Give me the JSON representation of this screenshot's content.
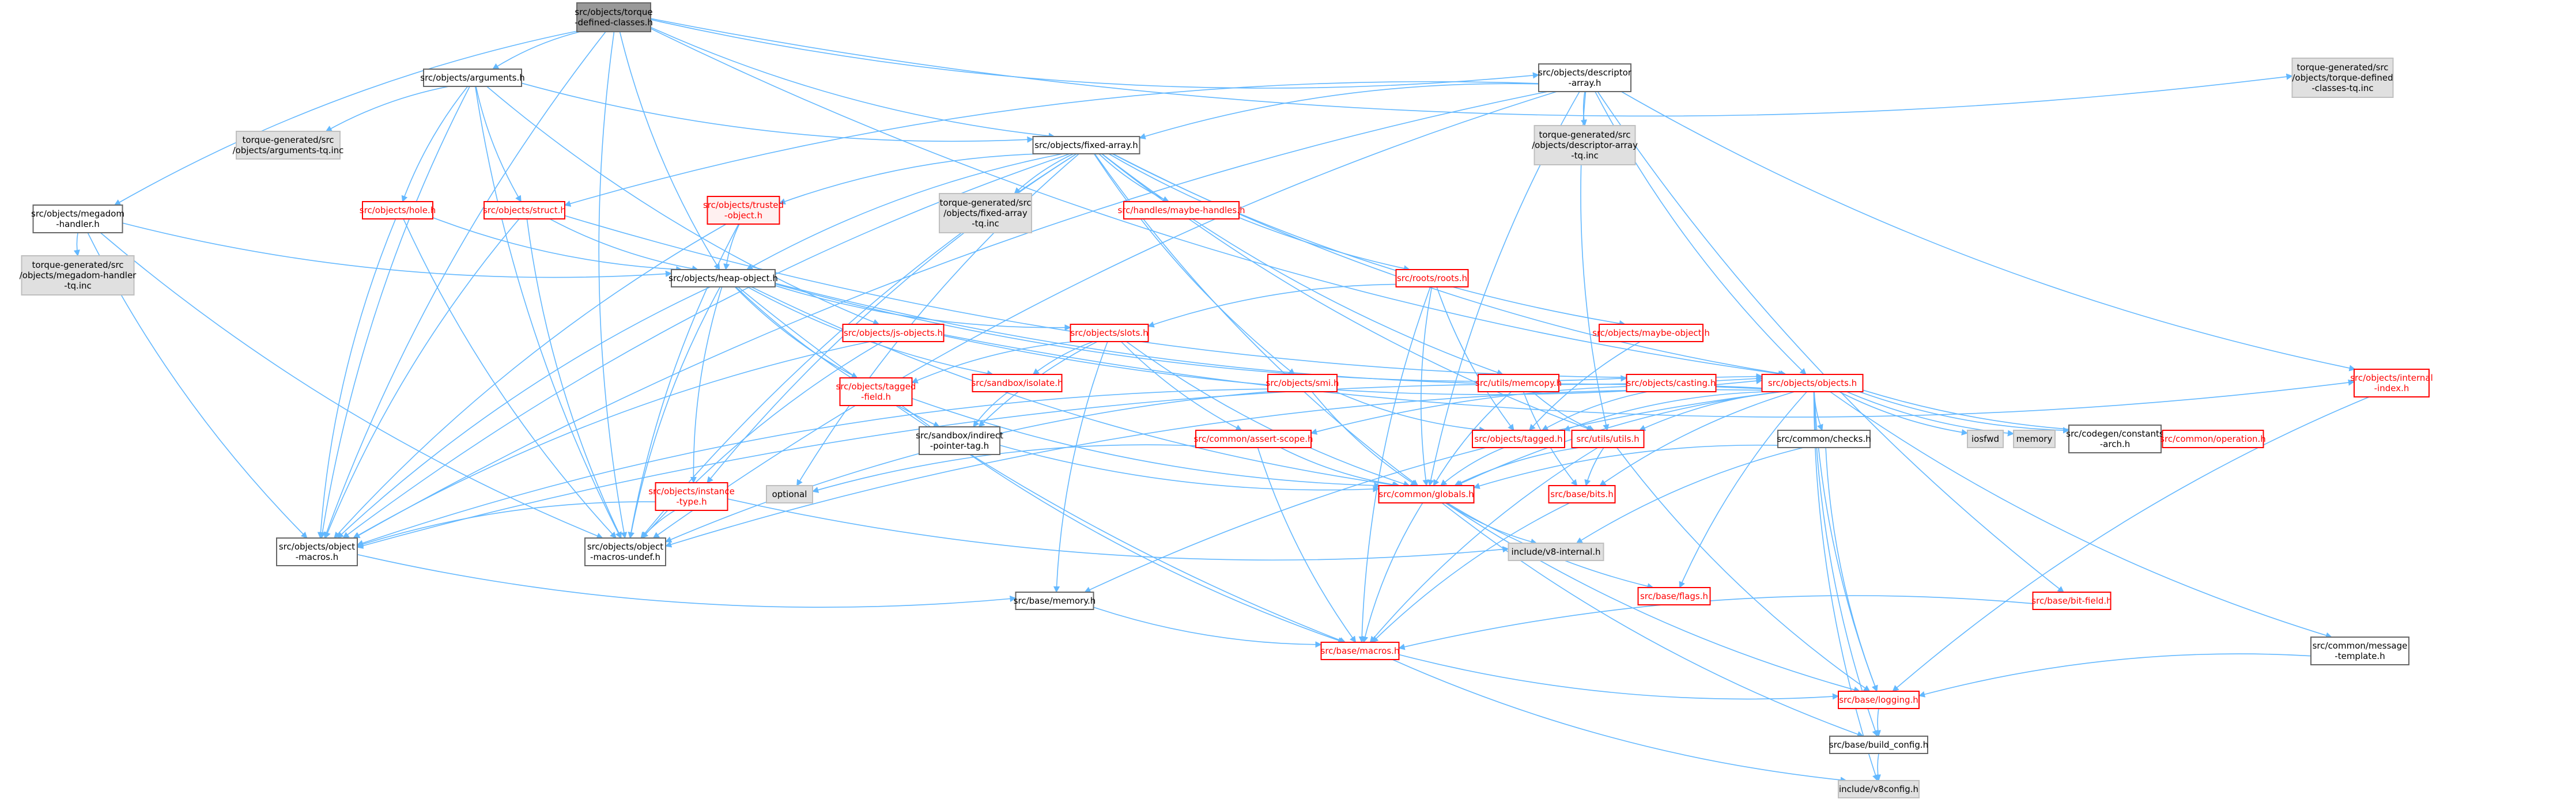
{
  "palette": {
    "edge": "#63b8ff",
    "text_black": "#000000",
    "text_red": "#ff0000",
    "border_normal": "#666666",
    "border_red": "#ff0000",
    "border_gray": "#bfbfbf",
    "fill_root": "#999999",
    "fill_gray": "#e0e0e0",
    "fill_white": "#ffffff",
    "fill_redtint": "#fff0f0"
  },
  "nodes": [
    {
      "id": "root",
      "lines": [
        "src/objects/torque",
        "-defined-classes.h"
      ],
      "style": "root"
    },
    {
      "id": "arguments",
      "lines": [
        "src/objects/arguments.h"
      ],
      "style": "normal"
    },
    {
      "id": "desc_array",
      "lines": [
        "src/objects/descriptor",
        "-array.h"
      ],
      "style": "normal"
    },
    {
      "id": "tg_defclasses_inc",
      "lines": [
        "torque-generated/src",
        "/objects/torque-defined",
        "-classes-tq.inc"
      ],
      "style": "gray"
    },
    {
      "id": "tg_arguments_inc",
      "lines": [
        "torque-generated/src",
        "/objects/arguments-tq.inc"
      ],
      "style": "gray"
    },
    {
      "id": "tg_desc_inc",
      "lines": [
        "torque-generated/src",
        "/objects/descriptor-array",
        "-tq.inc"
      ],
      "style": "gray"
    },
    {
      "id": "megadom",
      "lines": [
        "src/objects/megadom",
        "-handler.h"
      ],
      "style": "normal"
    },
    {
      "id": "fixed_array",
      "lines": [
        "src/objects/fixed-array.h"
      ],
      "style": "normal"
    },
    {
      "id": "tg_megadom_inc",
      "lines": [
        "torque-generated/src",
        "/objects/megadom-handler",
        "-tq.inc"
      ],
      "style": "gray"
    },
    {
      "id": "hole",
      "lines": [
        "src/objects/hole.h"
      ],
      "style": "red"
    },
    {
      "id": "struct",
      "lines": [
        "src/objects/struct.h"
      ],
      "style": "red"
    },
    {
      "id": "trusted_object",
      "lines": [
        "src/objects/trusted",
        "-object.h"
      ],
      "style": "redtint"
    },
    {
      "id": "tg_fixed_inc",
      "lines": [
        "torque-generated/src",
        "/objects/fixed-array",
        "-tq.inc"
      ],
      "style": "gray"
    },
    {
      "id": "maybe_handles",
      "lines": [
        "src/handles/maybe-handles.h"
      ],
      "style": "red"
    },
    {
      "id": "heap_object",
      "lines": [
        "src/objects/heap-object.h"
      ],
      "style": "normal"
    },
    {
      "id": "roots",
      "lines": [
        "src/roots/roots.h"
      ],
      "style": "red"
    },
    {
      "id": "maybe_object",
      "lines": [
        "src/objects/maybe-object.h"
      ],
      "style": "red"
    },
    {
      "id": "internal_index",
      "lines": [
        "src/objects/internal",
        "-index.h"
      ],
      "style": "red"
    },
    {
      "id": "js_objects",
      "lines": [
        "src/objects/js-objects.h"
      ],
      "style": "red"
    },
    {
      "id": "slots",
      "lines": [
        "src/objects/slots.h"
      ],
      "style": "red"
    },
    {
      "id": "objects",
      "lines": [
        "src/objects/objects.h"
      ],
      "style": "red"
    },
    {
      "id": "tagged_field",
      "lines": [
        "src/objects/tagged",
        "-field.h"
      ],
      "style": "red"
    },
    {
      "id": "sandbox_isolate",
      "lines": [
        "src/sandbox/isolate.h"
      ],
      "style": "red"
    },
    {
      "id": "smi",
      "lines": [
        "src/objects/smi.h"
      ],
      "style": "red"
    },
    {
      "id": "memcopy",
      "lines": [
        "src/utils/memcopy.h"
      ],
      "style": "red"
    },
    {
      "id": "casting",
      "lines": [
        "src/objects/casting.h"
      ],
      "style": "red"
    },
    {
      "id": "indirect_ptr",
      "lines": [
        "src/sandbox/indirect",
        "-pointer-tag.h"
      ],
      "style": "normal"
    },
    {
      "id": "assert_scope",
      "lines": [
        "src/common/assert-scope.h"
      ],
      "style": "red"
    },
    {
      "id": "tagged",
      "lines": [
        "src/objects/tagged.h"
      ],
      "style": "red"
    },
    {
      "id": "utils",
      "lines": [
        "src/utils/utils.h"
      ],
      "style": "red"
    },
    {
      "id": "checks",
      "lines": [
        "src/common/checks.h"
      ],
      "style": "normal"
    },
    {
      "id": "iosfwd",
      "lines": [
        "iosfwd"
      ],
      "style": "gray"
    },
    {
      "id": "memory",
      "lines": [
        "memory"
      ],
      "style": "gray"
    },
    {
      "id": "codegen_const",
      "lines": [
        "src/codegen/constants",
        "-arch.h"
      ],
      "style": "normal"
    },
    {
      "id": "operation",
      "lines": [
        "src/common/operation.h"
      ],
      "style": "red"
    },
    {
      "id": "instance_type",
      "lines": [
        "src/objects/instance",
        "-type.h"
      ],
      "style": "red"
    },
    {
      "id": "optional",
      "lines": [
        "optional"
      ],
      "style": "gray"
    },
    {
      "id": "globals",
      "lines": [
        "src/common/globals.h"
      ],
      "style": "red"
    },
    {
      "id": "bits",
      "lines": [
        "src/base/bits.h"
      ],
      "style": "red"
    },
    {
      "id": "object_macros",
      "lines": [
        "src/objects/object",
        "-macros.h"
      ],
      "style": "normal"
    },
    {
      "id": "object_macros_undef",
      "lines": [
        "src/objects/object",
        "-macros-undef.h"
      ],
      "style": "normal"
    },
    {
      "id": "v8_internal",
      "lines": [
        "include/v8-internal.h"
      ],
      "style": "gray"
    },
    {
      "id": "flags",
      "lines": [
        "src/base/flags.h"
      ],
      "style": "red"
    },
    {
      "id": "base_memory",
      "lines": [
        "src/base/memory.h"
      ],
      "style": "normal"
    },
    {
      "id": "bit_field",
      "lines": [
        "src/base/bit-field.h"
      ],
      "style": "red"
    },
    {
      "id": "macros",
      "lines": [
        "src/base/macros.h"
      ],
      "style": "red"
    },
    {
      "id": "msg_template",
      "lines": [
        "src/common/message",
        "-template.h"
      ],
      "style": "normal"
    },
    {
      "id": "logging",
      "lines": [
        "src/base/logging.h"
      ],
      "style": "red"
    },
    {
      "id": "build_config",
      "lines": [
        "src/base/build_config.h"
      ],
      "style": "normal"
    },
    {
      "id": "v8config",
      "lines": [
        "include/v8config.h"
      ],
      "style": "gray"
    }
  ],
  "edges": [
    [
      "root",
      "arguments"
    ],
    [
      "root",
      "desc_array"
    ],
    [
      "root",
      "tg_defclasses_inc"
    ],
    [
      "root",
      "megadom"
    ],
    [
      "root",
      "fixed_array"
    ],
    [
      "root",
      "heap_object"
    ],
    [
      "root",
      "objects"
    ],
    [
      "root",
      "object_macros"
    ],
    [
      "root",
      "object_macros_undef"
    ],
    [
      "arguments",
      "tg_arguments_inc"
    ],
    [
      "arguments",
      "hole"
    ],
    [
      "arguments",
      "struct"
    ],
    [
      "arguments",
      "fixed_array"
    ],
    [
      "arguments",
      "js_objects"
    ],
    [
      "arguments",
      "object_macros"
    ],
    [
      "arguments",
      "object_macros_undef"
    ],
    [
      "desc_array",
      "tg_desc_inc"
    ],
    [
      "desc_array",
      "fixed_array"
    ],
    [
      "desc_array",
      "objects"
    ],
    [
      "desc_array",
      "internal_index"
    ],
    [
      "desc_array",
      "struct"
    ],
    [
      "desc_array",
      "object_macros"
    ],
    [
      "desc_array",
      "object_macros_undef"
    ],
    [
      "desc_array",
      "utils"
    ],
    [
      "desc_array",
      "bit_field"
    ],
    [
      "desc_array",
      "globals"
    ],
    [
      "megadom",
      "tg_megadom_inc"
    ],
    [
      "megadom",
      "heap_object"
    ],
    [
      "megadom",
      "object_macros"
    ],
    [
      "megadom",
      "object_macros_undef"
    ],
    [
      "fixed_array",
      "maybe_handles"
    ],
    [
      "fixed_array",
      "tg_fixed_inc"
    ],
    [
      "fixed_array",
      "trusted_object"
    ],
    [
      "fixed_array",
      "heap_object"
    ],
    [
      "fixed_array",
      "roots"
    ],
    [
      "fixed_array",
      "maybe_object"
    ],
    [
      "fixed_array",
      "smi"
    ],
    [
      "fixed_array",
      "memcopy"
    ],
    [
      "fixed_array",
      "objects"
    ],
    [
      "fixed_array",
      "instance_type"
    ],
    [
      "fixed_array",
      "object_macros"
    ],
    [
      "fixed_array",
      "object_macros_undef"
    ],
    [
      "fixed_array",
      "globals"
    ],
    [
      "fixed_array",
      "optional"
    ],
    [
      "fixed_array",
      "utils"
    ],
    [
      "hole",
      "heap_object"
    ],
    [
      "hole",
      "object_macros"
    ],
    [
      "hole",
      "object_macros_undef"
    ],
    [
      "struct",
      "heap_object"
    ],
    [
      "struct",
      "objects"
    ],
    [
      "struct",
      "object_macros"
    ],
    [
      "struct",
      "object_macros_undef"
    ],
    [
      "trusted_object",
      "heap_object"
    ],
    [
      "trusted_object",
      "object_macros"
    ],
    [
      "trusted_object",
      "object_macros_undef"
    ],
    [
      "heap_object",
      "slots"
    ],
    [
      "heap_object",
      "tagged_field"
    ],
    [
      "heap_object",
      "sandbox_isolate"
    ],
    [
      "heap_object",
      "instance_type"
    ],
    [
      "heap_object",
      "casting"
    ],
    [
      "heap_object",
      "objects"
    ],
    [
      "heap_object",
      "indirect_ptr"
    ],
    [
      "heap_object",
      "object_macros"
    ],
    [
      "heap_object",
      "object_macros_undef"
    ],
    [
      "heap_object",
      "globals"
    ],
    [
      "heap_object",
      "macros"
    ],
    [
      "roots",
      "slots"
    ],
    [
      "roots",
      "tagged"
    ],
    [
      "roots",
      "globals"
    ],
    [
      "roots",
      "macros"
    ],
    [
      "maybe_object",
      "tagged"
    ],
    [
      "internal_index",
      "logging"
    ],
    [
      "js_objects",
      "objects"
    ],
    [
      "js_objects",
      "object_macros"
    ],
    [
      "js_objects",
      "object_macros_undef"
    ],
    [
      "js_objects",
      "internal_index"
    ],
    [
      "slots",
      "tagged_field"
    ],
    [
      "slots",
      "globals"
    ],
    [
      "slots",
      "assert_scope"
    ],
    [
      "slots",
      "base_memory"
    ],
    [
      "slots",
      "indirect_ptr"
    ],
    [
      "slots",
      "sandbox_isolate"
    ],
    [
      "objects",
      "tagged"
    ],
    [
      "objects",
      "utils"
    ],
    [
      "objects",
      "checks"
    ],
    [
      "objects",
      "iosfwd"
    ],
    [
      "objects",
      "memory"
    ],
    [
      "objects",
      "codegen_const"
    ],
    [
      "objects",
      "operation"
    ],
    [
      "objects",
      "assert_scope"
    ],
    [
      "objects",
      "globals"
    ],
    [
      "objects",
      "bits"
    ],
    [
      "objects",
      "flags"
    ],
    [
      "objects",
      "object_macros"
    ],
    [
      "objects",
      "object_macros_undef"
    ],
    [
      "objects",
      "build_config"
    ],
    [
      "objects",
      "logging"
    ],
    [
      "objects",
      "msg_template"
    ],
    [
      "objects",
      "base_memory"
    ],
    [
      "objects",
      "v8config"
    ],
    [
      "tagged_field",
      "globals"
    ],
    [
      "tagged_field",
      "macros"
    ],
    [
      "sandbox_isolate",
      "indirect_ptr"
    ],
    [
      "smi",
      "tagged"
    ],
    [
      "smi",
      "globals"
    ],
    [
      "smi",
      "object_macros"
    ],
    [
      "smi",
      "object_macros_undef"
    ],
    [
      "memcopy",
      "globals"
    ],
    [
      "memcopy",
      "bits"
    ],
    [
      "memcopy",
      "utils"
    ],
    [
      "casting",
      "tagged"
    ],
    [
      "indirect_ptr",
      "globals"
    ],
    [
      "assert_scope",
      "globals"
    ],
    [
      "assert_scope",
      "macros"
    ],
    [
      "assert_scope",
      "optional"
    ],
    [
      "tagged",
      "globals"
    ],
    [
      "utils",
      "globals"
    ],
    [
      "utils",
      "bits"
    ],
    [
      "utils",
      "logging"
    ],
    [
      "utils",
      "macros"
    ],
    [
      "checks",
      "globals"
    ],
    [
      "checks",
      "logging"
    ],
    [
      "checks",
      "v8_internal"
    ],
    [
      "instance_type",
      "object_macros"
    ],
    [
      "instance_type",
      "object_macros_undef"
    ],
    [
      "instance_type",
      "v8_internal"
    ],
    [
      "globals",
      "v8_internal"
    ],
    [
      "globals",
      "flags"
    ],
    [
      "globals",
      "macros"
    ],
    [
      "globals",
      "logging"
    ],
    [
      "globals",
      "build_config"
    ],
    [
      "bits",
      "macros"
    ],
    [
      "object_macros",
      "base_memory"
    ],
    [
      "base_memory",
      "macros"
    ],
    [
      "bit_field",
      "macros"
    ],
    [
      "macros",
      "logging"
    ],
    [
      "macros",
      "v8config"
    ],
    [
      "msg_template",
      "logging"
    ],
    [
      "logging",
      "build_config"
    ],
    [
      "build_config",
      "v8config"
    ]
  ]
}
